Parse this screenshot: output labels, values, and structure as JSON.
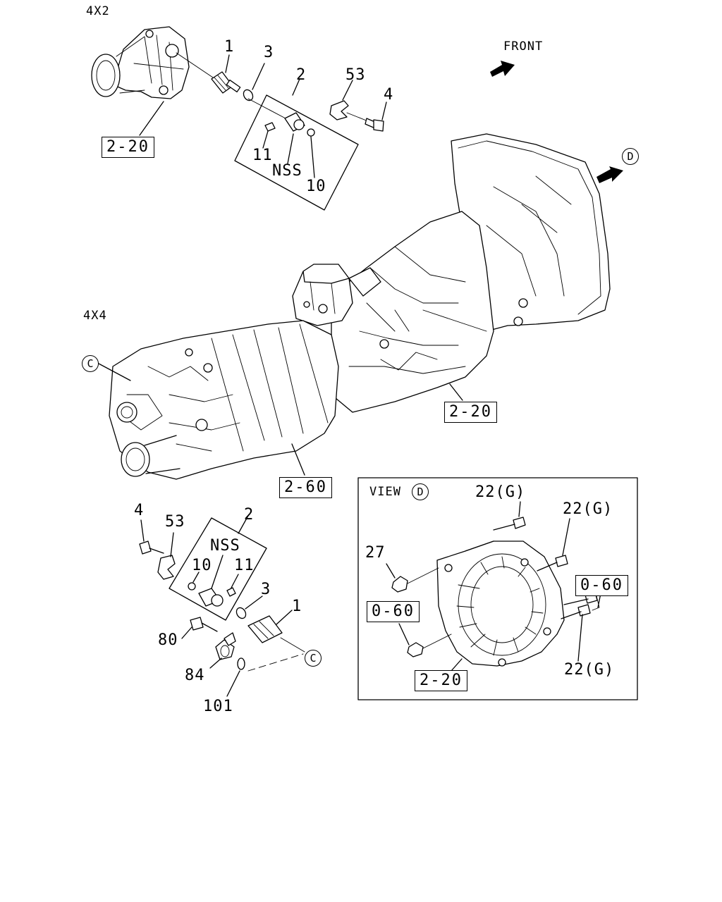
{
  "variants": {
    "top": "4X2",
    "bottom": "4X4"
  },
  "direction": {
    "front": "FRONT"
  },
  "view_marks": {
    "c_upper": "C",
    "c_lower": "C",
    "d_upper": "D",
    "d_view": "D"
  },
  "view_title": "VIEW",
  "refs": {
    "r220_a": "2-20",
    "r220_b": "2-20",
    "r220_c": "2-20",
    "r260": "2-60",
    "r060_a": "0-60",
    "r060_b": "0-60"
  },
  "callouts_4x2": {
    "p1": "1",
    "p3": "3",
    "p2": "2",
    "p53": "53",
    "p4": "4",
    "p11": "11",
    "nss": "NSS",
    "p10": "10"
  },
  "callouts_4x4": {
    "p4": "4",
    "p53": "53",
    "p2": "2",
    "nss": "NSS",
    "p10": "10",
    "p11": "11",
    "p3": "3",
    "p1": "1",
    "p80": "80",
    "p84": "84",
    "p101": "101"
  },
  "callouts_view": {
    "p22a": "22(G)",
    "p22b": "22(G)",
    "p22c": "22(G)",
    "p27": "27"
  }
}
